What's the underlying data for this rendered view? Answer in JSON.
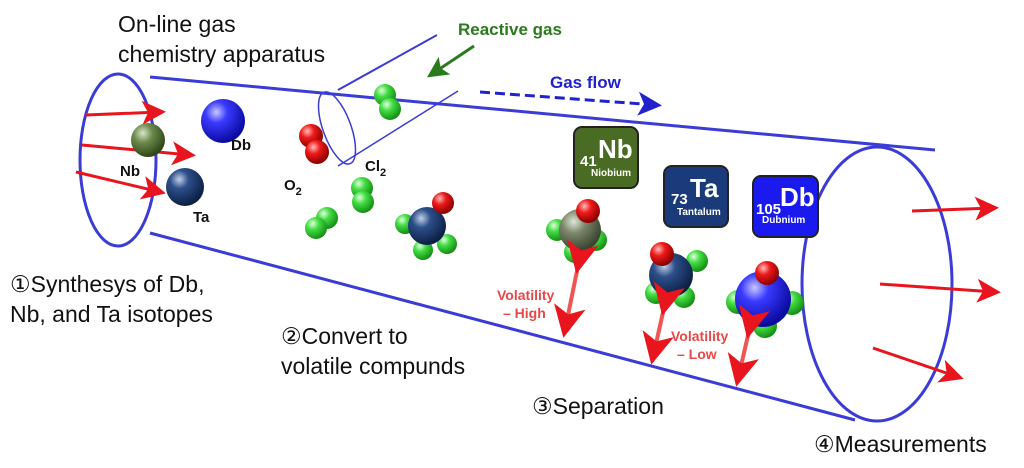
{
  "title": {
    "line1": "On-line gas",
    "line2": "chemistry apparatus"
  },
  "labels": {
    "reactive_gas": "Reactive gas",
    "gas_flow": "Gas flow",
    "atom_nb": "Nb",
    "atom_db": "Db",
    "atom_ta": "Ta",
    "o2": "O",
    "o2_sub": "2",
    "cl2": "Cl",
    "cl2_sub": "2",
    "volatility_high_1": "Volatility",
    "volatility_high_2": "– High",
    "volatility_low_1": "Volatility",
    "volatility_low_2": "– Low"
  },
  "steps": {
    "step1_line1": "①Synthesys of Db,",
    "step1_line2": "Nb, and Ta isotopes",
    "step2_line1": "②Convert to",
    "step2_line2": "volatile compunds",
    "step3": "③Separation",
    "step4": "④Measurements"
  },
  "elements": [
    {
      "number": "41",
      "symbol": "Nb",
      "name": "Niobium",
      "color": "#4a6b24"
    },
    {
      "number": "73",
      "symbol": "Ta",
      "name": "Tantalum",
      "color": "#1a3a7a"
    },
    {
      "number": "105",
      "symbol": "Db",
      "name": "Dubnium",
      "color": "#1a1aee"
    }
  ],
  "colors": {
    "tube": "#3b3bd6",
    "arrow_red": "#e8141e",
    "reactive_arrow": "#2b7a1e",
    "volatility_arrow": "#ee5555",
    "oxygen": "#e01818",
    "chlorine": "#3ccc3c"
  }
}
